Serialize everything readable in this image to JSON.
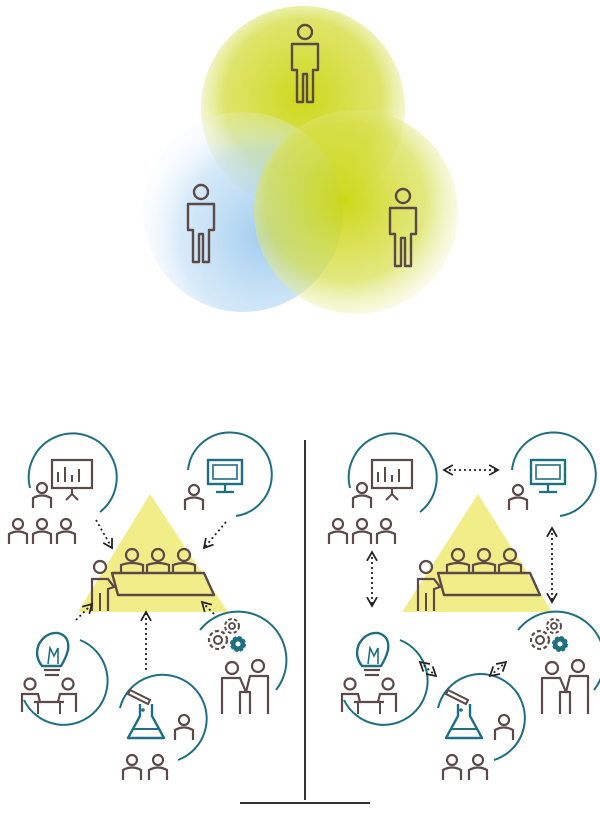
{
  "colors": {
    "yellow_green": "#c8d400",
    "light_blue": "#a9d2f2",
    "pyramid_yellow": "#f1ee8a",
    "teal": "#1f6f82",
    "ink": "#5b4a48",
    "divider": "#333333"
  },
  "venn": {
    "circles": [
      {
        "name": "top-circle",
        "color": "yellow_green",
        "figure": "person-icon"
      },
      {
        "name": "left-circle",
        "color": "light_blue",
        "figure": "person-icon"
      },
      {
        "name": "right-circle",
        "color": "yellow_green",
        "figure": "person-icon"
      }
    ]
  },
  "panels": {
    "left": {
      "mode": "hierarchical",
      "center": "meeting-table-icon",
      "nodes": [
        "presentation-icon",
        "computer-workstation-icon",
        "lightbulb-icon",
        "gears-icon",
        "flask-icon"
      ],
      "links": "node-to-center"
    },
    "right": {
      "mode": "networked",
      "center": "meeting-table-icon",
      "nodes": [
        "presentation-icon",
        "computer-workstation-icon",
        "lightbulb-icon",
        "gears-icon",
        "flask-icon"
      ],
      "links": "node-to-node"
    }
  }
}
